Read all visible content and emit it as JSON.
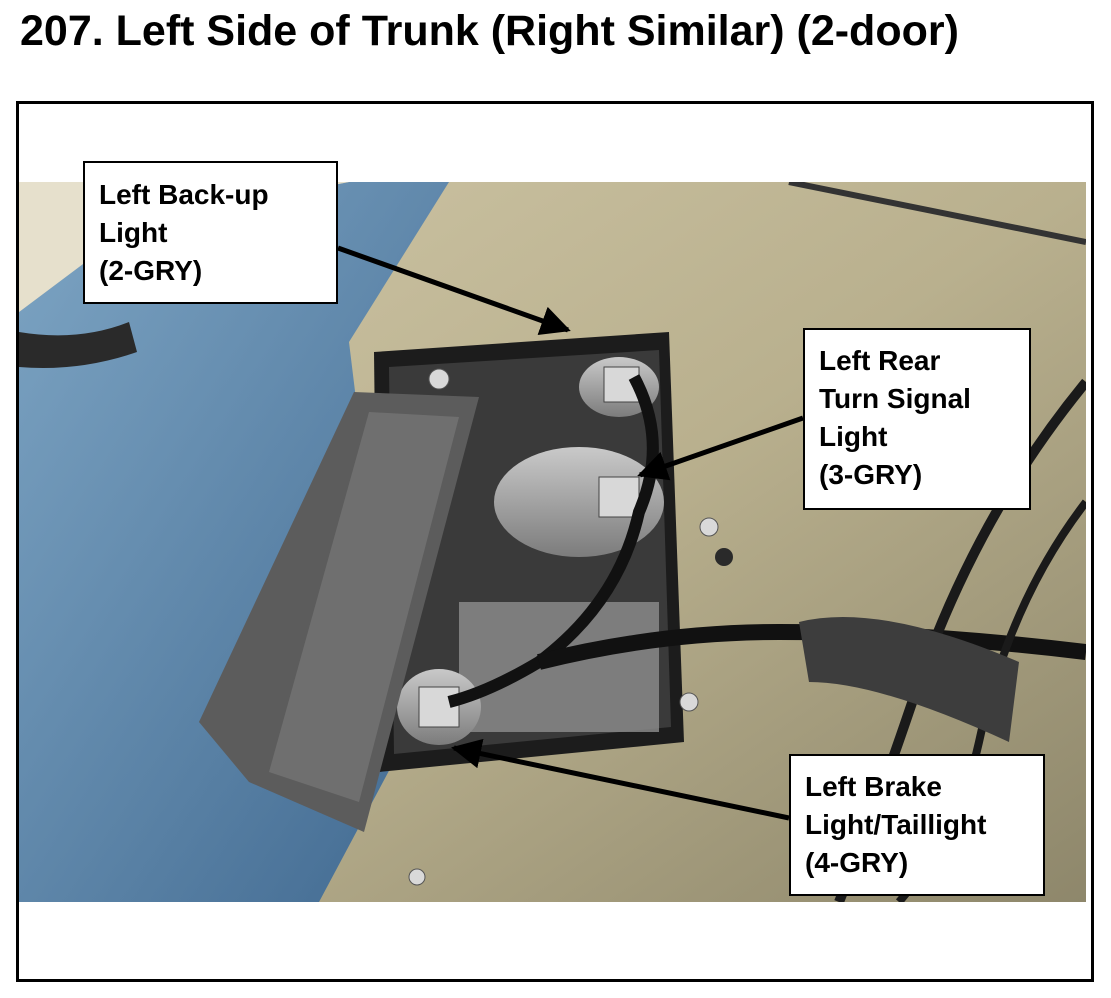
{
  "figure": {
    "title": "207.  Left Side of Trunk (Right Similar) (2-door)"
  },
  "callouts": [
    {
      "lines": [
        "Left Back-up",
        "Light",
        "(2-GRY)"
      ]
    },
    {
      "lines": [
        "Left Rear",
        "Turn Signal",
        "Light",
        "(3-GRY)"
      ]
    },
    {
      "lines": [
        "Left Brake",
        "Light/Taillight",
        "(4-GRY)"
      ]
    }
  ],
  "photo": {
    "subject": "trunk-interior-left-side-taillight-access"
  }
}
